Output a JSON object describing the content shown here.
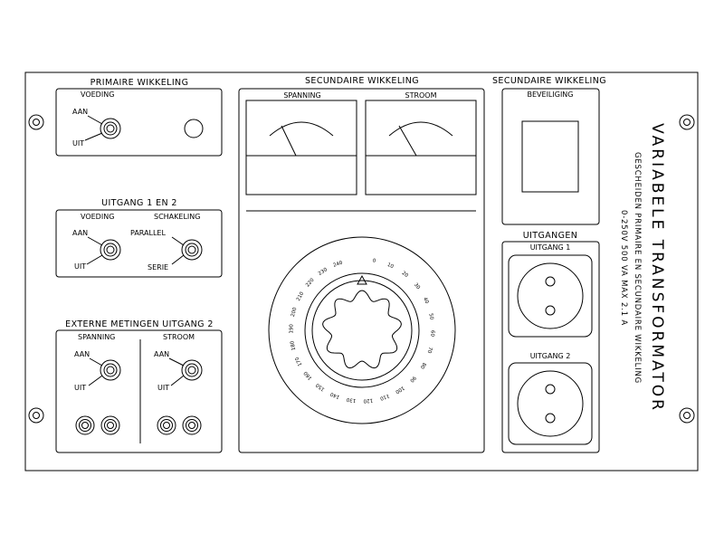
{
  "title": "VARIABELE TRANSFORMATOR",
  "subtitle": "GESCHEIDEN PRIMAIRE EN SECUNDAIRE WIKKELING",
  "specs": "0-250V   500 VA   MAX 2.1 A",
  "primaire": {
    "header": "PRIMAIRE WIKKELING",
    "voeding": "VOEDING",
    "aan": "AAN",
    "uit": "UIT"
  },
  "uitgang12": {
    "header": "UITGANG 1 EN 2",
    "voeding": "VOEDING",
    "schakeling": "SCHAKELING",
    "aan": "AAN",
    "uit": "UIT",
    "parallel": "PARALLEL",
    "serie": "SERIE"
  },
  "externe": {
    "header": "EXTERNE METINGEN UITGANG 2",
    "spanning": "SPANNING",
    "stroom": "STROOM",
    "aan": "AAN",
    "uit": "UIT"
  },
  "secundaire": {
    "header": "SECUNDAIRE WIKKELING",
    "meter_spanning": "SPANNING",
    "meter_stroom": "STROOM",
    "dial_scale": [
      "0",
      "10",
      "20",
      "30",
      "40",
      "50",
      "60",
      "70",
      "80",
      "90",
      "100",
      "110",
      "120",
      "130",
      "140",
      "150",
      "160",
      "170",
      "180",
      "190",
      "200",
      "210",
      "220",
      "230",
      "240"
    ]
  },
  "secundaire_right": {
    "header": "SECUNDAIRE WIKKELING",
    "beveiliging": "BEVEILIGING",
    "uitgangen": "UITGANGEN",
    "uitgang1": "UITGANG 1",
    "uitgang2": "UITGANG 2"
  }
}
